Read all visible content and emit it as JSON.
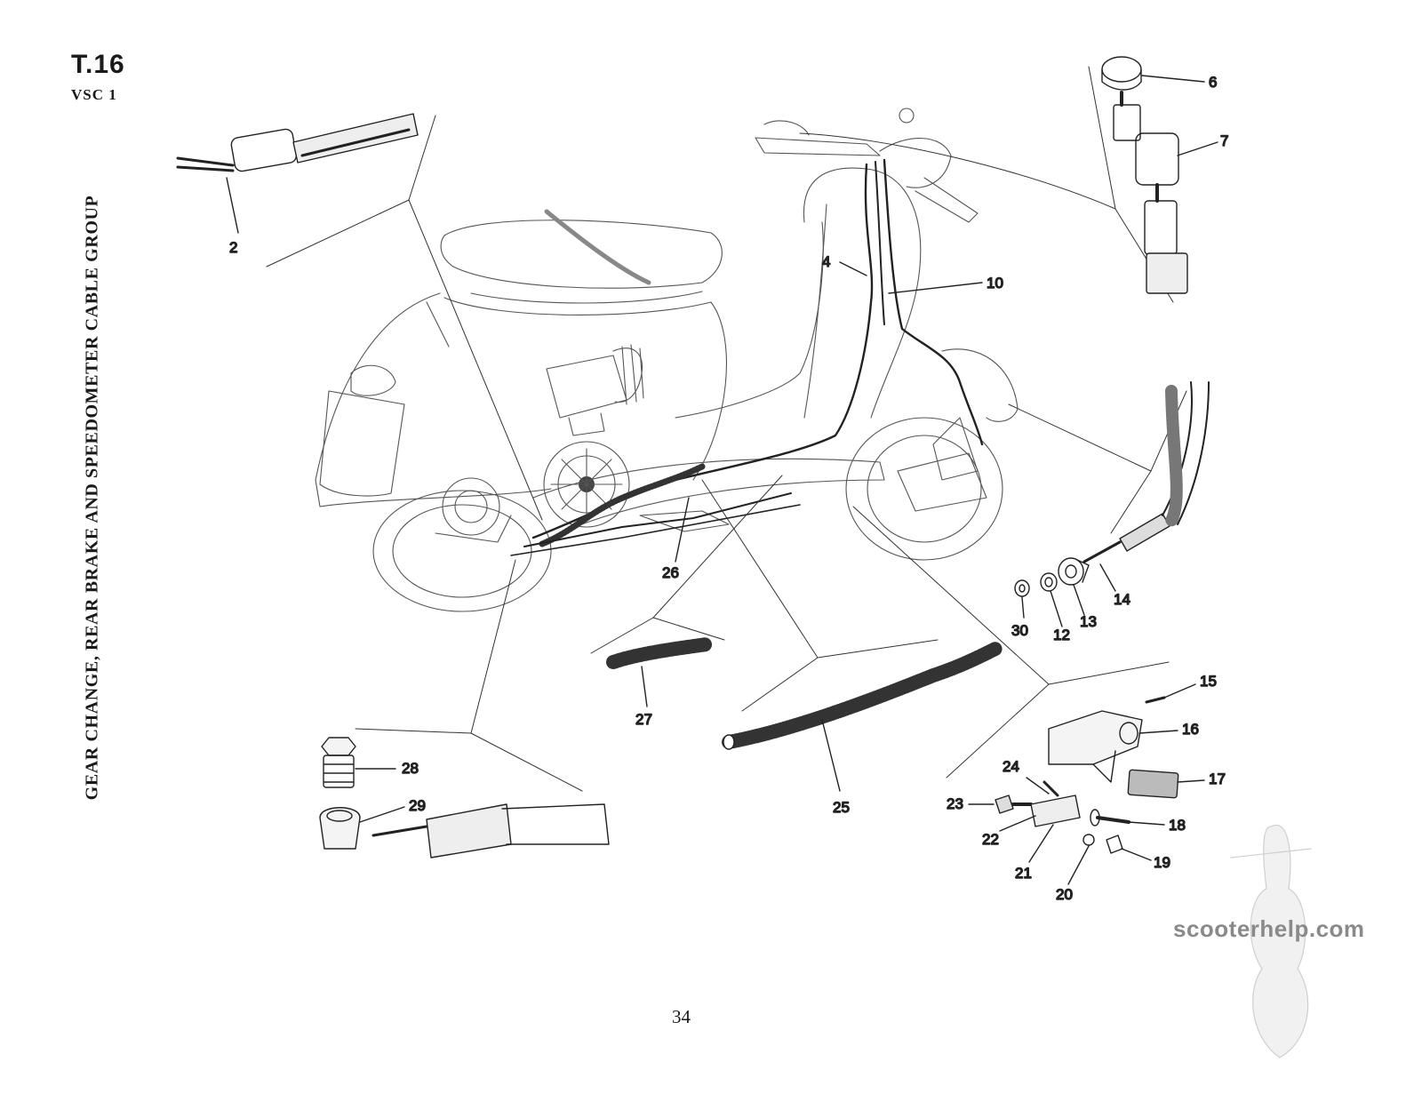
{
  "header": {
    "plate_code": "T.16",
    "model_code": "VSC 1"
  },
  "title": "GEAR CHANGE, REAR BRAKE AND SPEEDOMETER CABLE GROUP",
  "page_number": "34",
  "watermark": "scooterhelp.com",
  "callouts": [
    {
      "id": "2",
      "label": "2"
    },
    {
      "id": "4",
      "label": "4"
    },
    {
      "id": "6",
      "label": "6"
    },
    {
      "id": "7",
      "label": "7"
    },
    {
      "id": "10",
      "label": "10"
    },
    {
      "id": "12",
      "label": "12"
    },
    {
      "id": "13",
      "label": "13"
    },
    {
      "id": "14",
      "label": "14"
    },
    {
      "id": "15",
      "label": "15"
    },
    {
      "id": "16",
      "label": "16"
    },
    {
      "id": "17",
      "label": "17"
    },
    {
      "id": "18",
      "label": "18"
    },
    {
      "id": "19",
      "label": "19"
    },
    {
      "id": "20",
      "label": "20"
    },
    {
      "id": "21",
      "label": "21"
    },
    {
      "id": "22",
      "label": "22"
    },
    {
      "id": "23",
      "label": "23"
    },
    {
      "id": "24",
      "label": "24"
    },
    {
      "id": "25",
      "label": "25"
    },
    {
      "id": "26",
      "label": "26"
    },
    {
      "id": "27",
      "label": "27"
    },
    {
      "id": "28",
      "label": "28"
    },
    {
      "id": "29",
      "label": "29"
    },
    {
      "id": "30",
      "label": "30"
    }
  ]
}
